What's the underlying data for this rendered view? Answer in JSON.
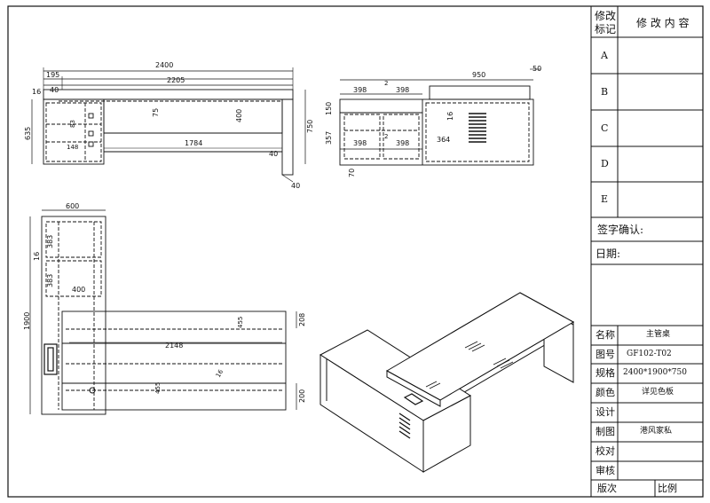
{
  "title_block": {
    "header_left_1": "修改",
    "header_left_2": "标记",
    "header_right": "修 改 内 容",
    "revisions": [
      "A",
      "B",
      "C",
      "D",
      "E"
    ],
    "signature_label": "签字确认:",
    "date_label": "日期:",
    "rows": [
      {
        "label": "名称",
        "value": "主管桌"
      },
      {
        "label": "图号",
        "value": "GF102-T02"
      },
      {
        "label": "规格",
        "value": "2400*1900*750"
      },
      {
        "label": "颜色",
        "value": "详见色板"
      },
      {
        "label": "设计",
        "value": ""
      },
      {
        "label": "制图",
        "value": "港风家私"
      },
      {
        "label": "校对",
        "value": ""
      },
      {
        "label": "审核",
        "value": ""
      }
    ],
    "version_label": "版次",
    "scale_label": "比例"
  },
  "front_view": {
    "overall_width": "2400",
    "left_offset": "195",
    "top_width": "2205",
    "top_thickness": "16",
    "ledge": "40",
    "height": "750",
    "pedestal_height": "635",
    "modesty_depth": "75",
    "panel_height": "400",
    "inner_span": "1784",
    "foot": "40",
    "drawer_a": "83",
    "drawer_b": "148",
    "bottom_gap": "40"
  },
  "side_view": {
    "overall": "950",
    "overhang": "50",
    "drawer_width": "398",
    "gap": "2",
    "top_drawer": "150",
    "bottom_drawer": "357",
    "thickness": "16",
    "module": "364",
    "plinth": "70"
  },
  "plan_view": {
    "return_width": "600",
    "depth": "1900",
    "cell_a": "383",
    "cell_b": "383",
    "thickness": "16",
    "shelf": "400",
    "desk_span": "2148",
    "back_depth": "208",
    "front_depth": "200",
    "dim_a": "16",
    "dim_b": "455",
    "dim_c": "455"
  }
}
